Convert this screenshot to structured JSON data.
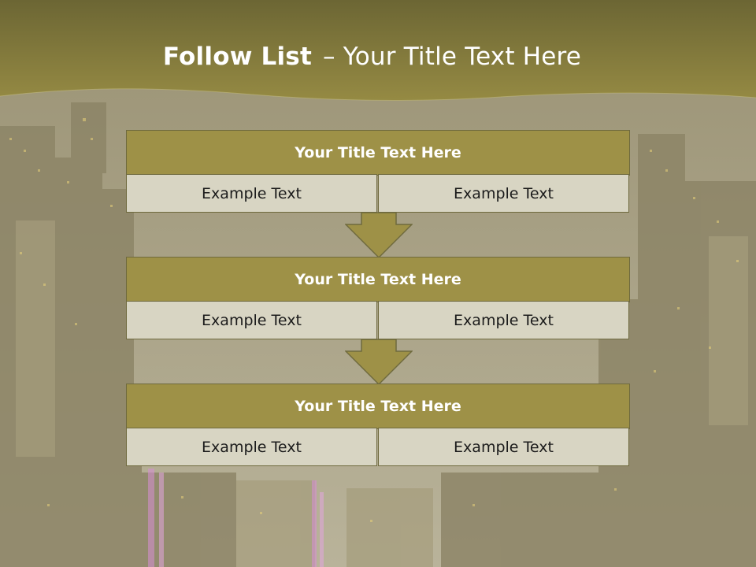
{
  "slide": {
    "title_bold": "Follow List",
    "title_sep": "–",
    "title_rest": "Your Title Text Here"
  },
  "steps": [
    {
      "title": "Your Title Text Here",
      "left": "Example Text",
      "right": "Example Text"
    },
    {
      "title": "Your Title Text Here",
      "left": "Example Text",
      "right": "Example Text"
    },
    {
      "title": "Your Title Text Here",
      "left": "Example Text",
      "right": "Example Text"
    }
  ],
  "colors": {
    "header_band": "#8a7f3c",
    "title_box": "#9e9147",
    "cell_box": "#d8d5c3",
    "arrow": "#9e9147"
  }
}
